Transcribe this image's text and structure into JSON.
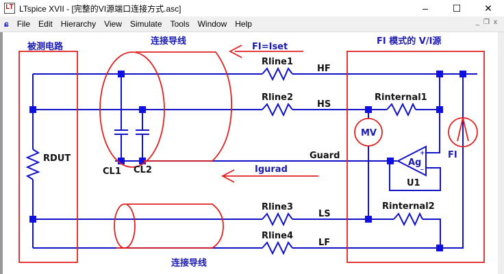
{
  "window": {
    "title": "LTspice XVII - [完整的VI源端口连接方式.asc]",
    "minimize": "–",
    "maximize": "☐",
    "close": "✕"
  },
  "menu": [
    "File",
    "Edit",
    "Hierarchy",
    "View",
    "Simulate",
    "Tools",
    "Window",
    "Help"
  ],
  "mdi": {
    "min": "_",
    "restore": "❐",
    "close": "x"
  },
  "schematic": {
    "dut_label": "被测电路",
    "cable_top_label": "连接导线",
    "cable_bottom_label": "连接导线",
    "source_label": "FI 模式的 V/I源",
    "fi_iset": "FI=Iset",
    "igurad": "Igurad",
    "rdut": "RDUT",
    "cl1": "CL1",
    "cl2": "CL2",
    "rline1": "Rline1",
    "rline2": "Rline2",
    "rline3": "Rline3",
    "rline4": "Rline4",
    "hf": "HF",
    "hs": "HS",
    "guard": "Guard",
    "ls": "LS",
    "lf": "LF",
    "rinternal1": "Rinternal1",
    "rinternal2": "Rinternal2",
    "mv": "MV",
    "fi": "FI",
    "ag": "Ag",
    "u1": "U1",
    "plus": "+",
    "minus": "_"
  },
  "colors": {
    "wire": "#1010c8",
    "annot": "#e02020",
    "text_blue": "#1a1ab0"
  }
}
